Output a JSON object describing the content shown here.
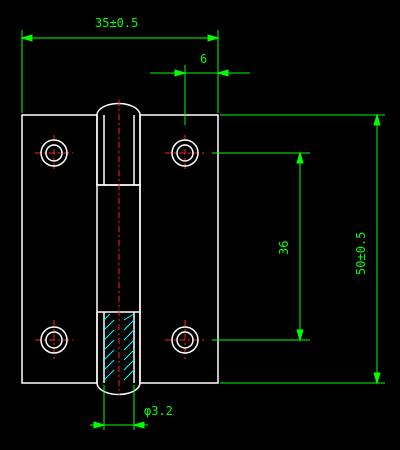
{
  "drawing": {
    "dims": {
      "overall_width": "35±0.5",
      "pin_offset": "6",
      "hole_spacing": "36",
      "overall_height": "50±0.5",
      "pin_diameter": "φ3.2"
    },
    "colors": {
      "background": "#000000",
      "outline": "#ffffff",
      "dimension": "#00ff00",
      "center": "#ff2020",
      "hatch": "#00ffff"
    }
  }
}
